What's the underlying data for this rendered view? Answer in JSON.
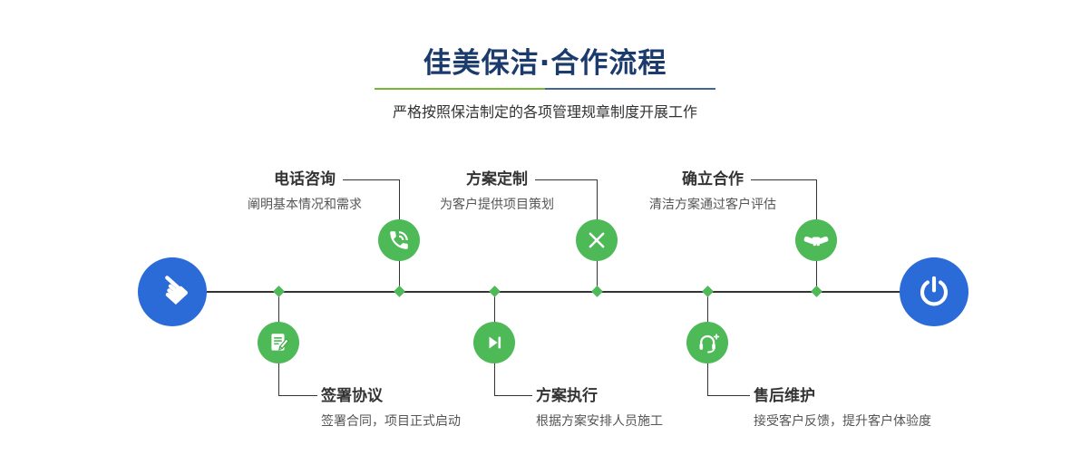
{
  "page": {
    "title": "佳美保洁·合作流程",
    "subtitle": "严格按照保洁制定的各项管理规章制度开展工作"
  },
  "timeline": {
    "start_icon": "pointer-hand-icon",
    "end_icon": "power-icon",
    "hand_glyph": "☚"
  },
  "steps": [
    {
      "title": "电话咨询",
      "desc": "阐明基本情况和需求",
      "icon": "phone-icon",
      "position": "top"
    },
    {
      "title": "方案定制",
      "desc": "为客户提供项目策划",
      "icon": "design-tools-icon",
      "position": "top"
    },
    {
      "title": "确立合作",
      "desc": "清洁方案通过客户评估",
      "icon": "handshake-icon",
      "position": "top"
    },
    {
      "title": "签署协议",
      "desc": "签署合同，项目正式启动",
      "icon": "contract-icon",
      "position": "bottom"
    },
    {
      "title": "方案执行",
      "desc": "根据方案安排人员施工",
      "icon": "play-next-icon",
      "position": "bottom"
    },
    {
      "title": "售后维护",
      "desc": "接受客户反馈，提升客户体验度",
      "icon": "headset-icon",
      "position": "bottom"
    }
  ],
  "colors": {
    "accent-green": "#4eb957",
    "accent-blue": "#2b6bd8",
    "title-navy": "#1c3b6d",
    "divider-green": "#74b732",
    "divider-blue": "#41688f",
    "line": "#333333",
    "text-dark": "#333333",
    "text-gray": "#555555"
  }
}
